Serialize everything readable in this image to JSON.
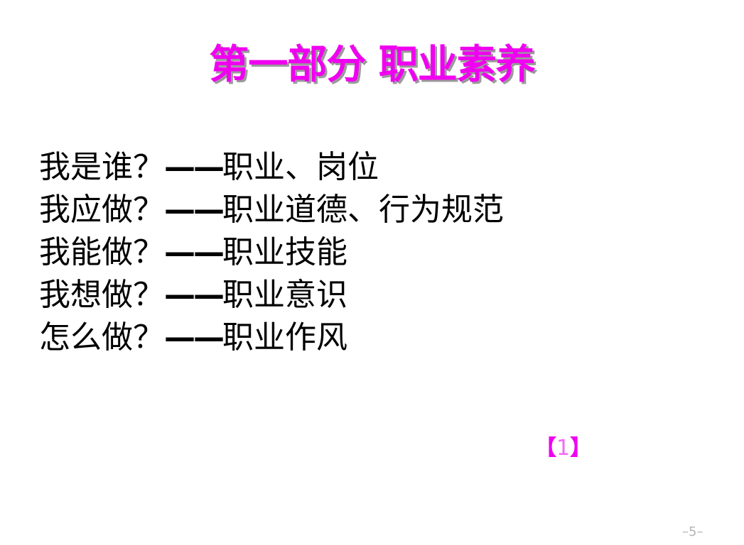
{
  "slide": {
    "title": "第一部分 职业素养",
    "lines": [
      {
        "question": "我是谁？",
        "dash": "——",
        "answer": "职业、岗位"
      },
      {
        "question": "我应做？",
        "dash": "——",
        "answer": "职业道德、行为规范"
      },
      {
        "question": "我能做？",
        "dash": "——",
        "answer": "职业技能"
      },
      {
        "question": "我想做？",
        "dash": "——",
        "answer": "职业意识"
      },
      {
        "question": "怎么做？",
        "dash": "——",
        "answer": "职业作风"
      }
    ],
    "reference": {
      "open": "【",
      "number": "1",
      "close": "】"
    },
    "page_number": "–5–"
  },
  "colors": {
    "title": "#f000f0",
    "title_shadow": "#9a9a9a",
    "body_text": "#000000",
    "reference_bracket": "#f000f0",
    "reference_number": "#f26bf2",
    "page_number": "#b4b4b4"
  }
}
